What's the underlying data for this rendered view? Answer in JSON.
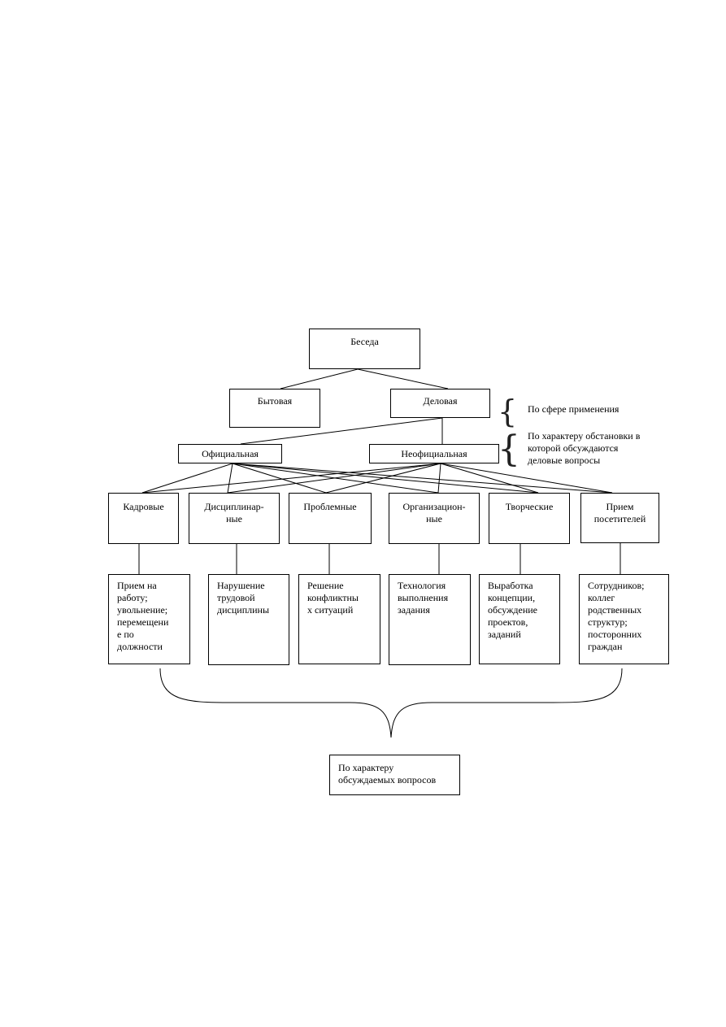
{
  "root": "Беседа",
  "level1": {
    "left": "Бытовая",
    "right": "Деловая"
  },
  "level2": {
    "left": "Официальная",
    "right": "Неофициальная"
  },
  "annotations": {
    "sphere": "По сфере применения",
    "situation": "По характеру обстановки в\nкоторой обсуждаются\nделовые вопросы"
  },
  "categories": [
    {
      "name": "Кадровые",
      "detail": "Прием на\nработу;\nувольнение;\nперемещени\nе по\nдолжности"
    },
    {
      "name": "Дисциплинар-\nные",
      "detail": "Нарушение\nтрудовой\nдисциплины"
    },
    {
      "name": "Проблемные",
      "detail": "Решение\nконфликтны\nх ситуаций"
    },
    {
      "name": "Организацион-\nные",
      "detail": "Технология\nвыполнения\nзадания"
    },
    {
      "name": "Творческие",
      "detail": "Выработка\nконцепции,\nобсуждение\nпроектов,\nзаданий"
    },
    {
      "name": "Прием\nпосетителей",
      "detail": "Сотрудников;\nколлег\nродственных\nструктур;\nпосторонних\nграждан"
    }
  ],
  "summary": "По характеру\nобсуждаемых вопросов"
}
